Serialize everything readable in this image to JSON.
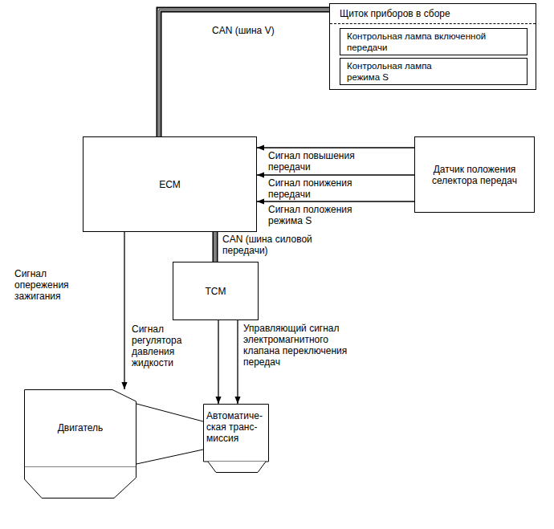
{
  "diagram": {
    "nodes": [
      {
        "text": [
          "Щиток приборов в сборе"
        ]
      },
      {
        "text": [
          "Контрольная лампа включенной передачи"
        ],
        "in": 0
      },
      {
        "text": [
          "Контрольная лампа режима S"
        ],
        "in": 0
      },
      {
        "text": [
          "ECM"
        ]
      },
      {
        "text": [
          "Датчик положения селектора передач"
        ]
      },
      {
        "text": [
          "TCM"
        ]
      },
      {
        "text": [
          "Двигатель"
        ]
      },
      {
        "text": [
          "Автоматиче- ская транс- миссия"
        ]
      }
    ],
    "edges": [
      {
        "from": 3,
        "to": 0,
        "arrow": "none",
        "label": "CAN (шина V)"
      },
      {
        "from": 4,
        "to": 3,
        "arrow": "to",
        "label": "Сигнал повышения передачи"
      },
      {
        "from": 4,
        "to": 3,
        "arrow": "to",
        "label": "Сигнал понижения передачи"
      },
      {
        "from": 4,
        "to": 3,
        "arrow": "to",
        "label": "Сигнал положения режима S"
      },
      {
        "from": 3,
        "to": 5,
        "arrow": "none",
        "label": "CAN (шина силовой передачи)"
      },
      {
        "from": 3,
        "to": 6,
        "arrow": "to",
        "label": "Сигнал опережения зажигания"
      },
      {
        "from": 5,
        "to": 7,
        "arrow": "to",
        "label": "Сигнал регулятора давления жидкости"
      },
      {
        "from": 5,
        "to": 7,
        "arrow": "to",
        "label": "Управляющий сигнал электромагнитного клапана переключения передач"
      }
    ]
  }
}
